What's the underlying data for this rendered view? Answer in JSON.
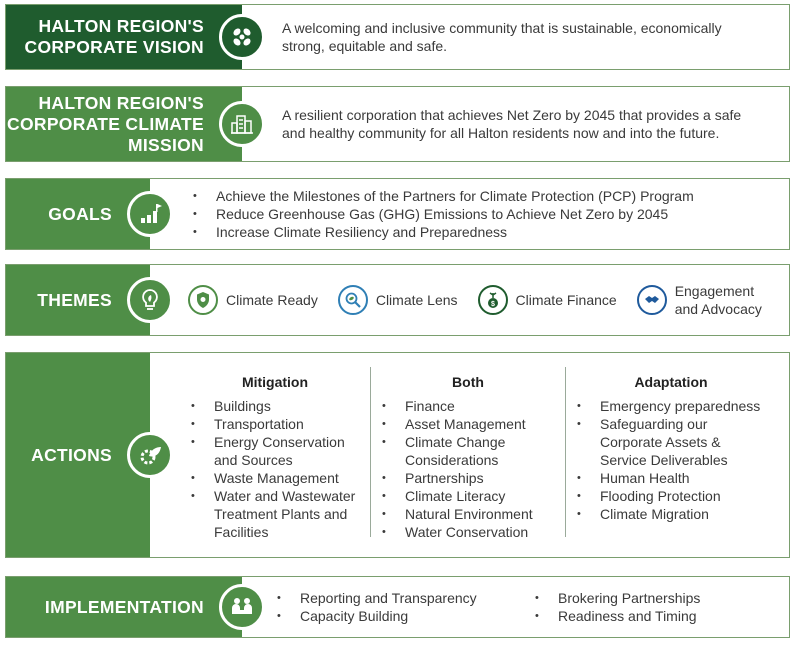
{
  "vision": {
    "label_line1": "HALTON REGION'S",
    "label_line2": "CORPORATE VISION",
    "icon": "hands-together-icon",
    "text": "A welcoming and inclusive community that is sustainable, economically strong, equitable and safe."
  },
  "mission": {
    "label_line1": "HALTON REGION'S",
    "label_line2": "CORPORATE CLIMATE",
    "label_line3": "MISSION",
    "icon": "city-buildings-icon",
    "text": "A resilient corporation that achieves Net Zero by 2045 that provides a safe and healthy community for all Halton residents now and into the future."
  },
  "goals": {
    "label": "GOALS",
    "icon": "bar-chart-flag-icon",
    "items": [
      "Achieve the Milestones of the Partners for Climate Protection (PCP) Program",
      "Reduce Greenhouse Gas (GHG) Emissions to Achieve Net Zero by 2045",
      "Increase Climate Resiliency and Preparedness"
    ]
  },
  "themes": {
    "label": "THEMES",
    "icon": "lightbulb-leaf-icon",
    "items": [
      {
        "label": "Climate Ready",
        "icon": "shield-leaf-icon",
        "color": "#4f8e47"
      },
      {
        "label": "Climate Lens",
        "icon": "magnifier-leaf-icon",
        "color": "#2f7fb5"
      },
      {
        "label": "Climate Finance",
        "icon": "money-bag-plant-icon",
        "color": "#1f5c2e"
      },
      {
        "label_line1": "Engagement",
        "label_line2": "and Advocacy",
        "icon": "handshake-icon",
        "color": "#1f5a9c"
      }
    ]
  },
  "actions": {
    "label": "ACTIONS",
    "icon": "gear-leaf-icon",
    "columns": [
      {
        "title": "Mitigation",
        "items": [
          "Buildings",
          "Transportation",
          "Energy Conservation and Sources",
          "Waste Management",
          "Water and Wastewater Treatment Plants and Facilities"
        ]
      },
      {
        "title": "Both",
        "items": [
          "Finance",
          "Asset Management",
          "Climate Change Considerations",
          "Partnerships",
          "Climate Literacy",
          "Natural Environment",
          "Water Conservation"
        ]
      },
      {
        "title": "Adaptation",
        "items": [
          "Emergency preparedness",
          "Safeguarding our Corporate Assets & Service Deliverables",
          "Human Health",
          "Flooding Protection",
          "Climate Migration"
        ]
      }
    ]
  },
  "implementation": {
    "label": "IMPLEMENTATION",
    "icon": "people-meeting-icon",
    "items_left": [
      "Reporting and Transparency",
      "Capacity Building"
    ],
    "items_right": [
      "Brokering Partnerships",
      "Readiness and Timing"
    ]
  },
  "colors": {
    "dark_green": "#1f5c2e",
    "mid_green": "#4f8e47",
    "border": "#7a9e6e"
  }
}
